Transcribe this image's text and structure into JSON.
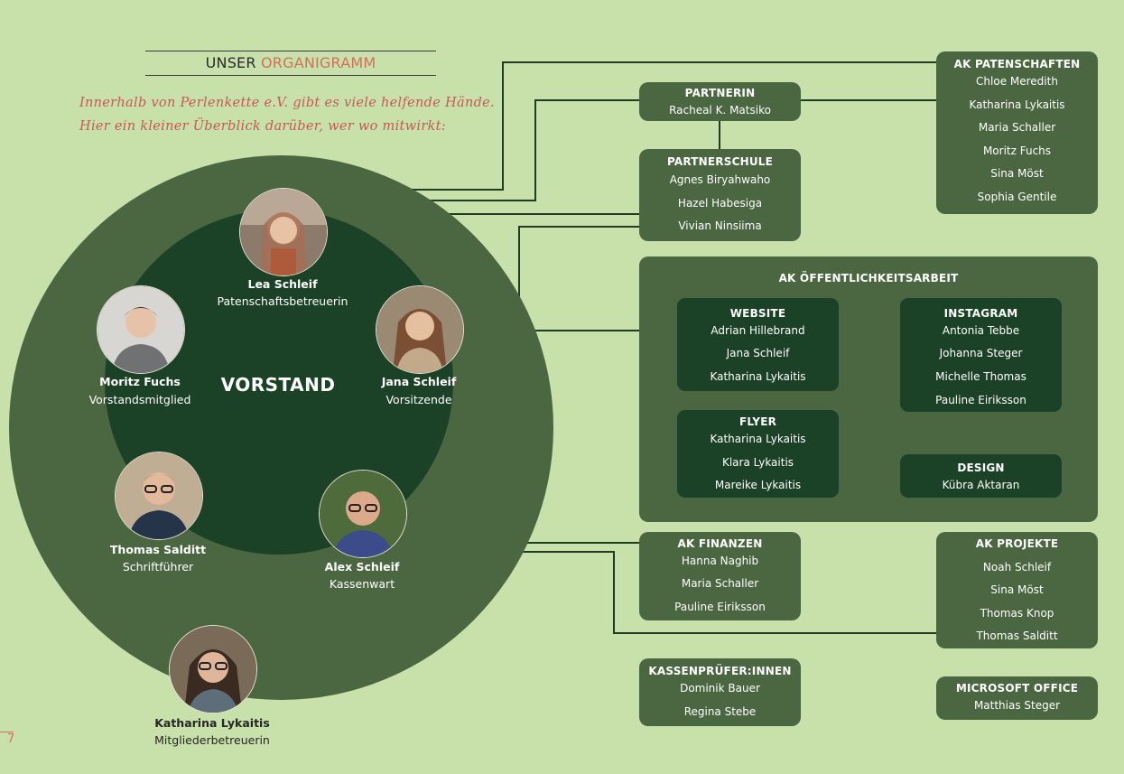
{
  "header": {
    "title_prefix": "UNSER",
    "title_accent": "ORGANIGRAMM",
    "intro_line1": "Innerhalb von Perlenkette e.V. gibt es viele helfende Hände.",
    "intro_line2": "Hier ein kleiner Überblick darüber, wer wo mitwirkt:"
  },
  "vorstand_label": "VORSTAND",
  "people": [
    {
      "name": "Lea Schleif",
      "role": "Patenschaftsbetreuerin"
    },
    {
      "name": "Moritz Fuchs",
      "role": "Vorstandsmitglied"
    },
    {
      "name": "Jana Schleif",
      "role": "Vorsitzende"
    },
    {
      "name": "Thomas Salditt",
      "role": "Schriftführer"
    },
    {
      "name": "Alex Schleif",
      "role": "Kassenwart"
    },
    {
      "name": "Katharina Lykaitis",
      "role": "Mitgliederbetreuerin"
    }
  ],
  "partnerin": {
    "title": "PARTNERIN",
    "members": [
      "Racheal K. Matsiko"
    ]
  },
  "partnerschule": {
    "title": "PARTNERSCHULE",
    "members": [
      "Agnes Biryahwaho",
      "Hazel Habesiga",
      "Vivian Ninsiima"
    ]
  },
  "ak_patenschaften": {
    "title": "AK PATENSCHAFTEN",
    "members": [
      "Chloe Meredith",
      "Katharina Lykaitis",
      "Maria Schaller",
      "Moritz Fuchs",
      "Sina Möst",
      "Sophia Gentile"
    ]
  },
  "ak_oeffentlichkeitsarbeit": {
    "title": "AK ÖFFENTLICHKEITSARBEIT",
    "website": {
      "title": "WEBSITE",
      "members": [
        "Adrian Hillebrand",
        "Jana Schleif",
        "Katharina Lykaitis"
      ]
    },
    "instagram": {
      "title": "INSTAGRAM",
      "members": [
        "Antonia Tebbe",
        "Johanna Steger",
        "Michelle Thomas",
        "Pauline Eiriksson"
      ]
    },
    "flyer": {
      "title": "FLYER",
      "members": [
        "Katharina Lykaitis",
        "Klara Lykaitis",
        "Mareike Lykaitis"
      ]
    },
    "design": {
      "title": "DESIGN",
      "members": [
        "Kübra Aktaran"
      ]
    }
  },
  "ak_finanzen": {
    "title": "AK FINANZEN",
    "members": [
      "Hanna Naghib",
      "Maria Schaller",
      "Pauline Eiriksson"
    ]
  },
  "ak_projekte": {
    "title": "AK PROJEKTE",
    "members": [
      "Noah Schleif",
      "Sina Möst",
      "Thomas Knop",
      "Thomas Salditt"
    ]
  },
  "kassenpruefer": {
    "title": "KASSENPRÜFER:INNEN",
    "members": [
      "Dominik Bauer",
      "Regina Stebe"
    ]
  },
  "microsoft_office": {
    "title": "MICROSOFT OFFICE",
    "members": [
      "Matthias Steger"
    ]
  },
  "page_number": "7",
  "colors": {
    "background": "#c8e0a9",
    "box": "#4b6741",
    "sub_box": "#1b4226",
    "accent": "#d1705f"
  }
}
